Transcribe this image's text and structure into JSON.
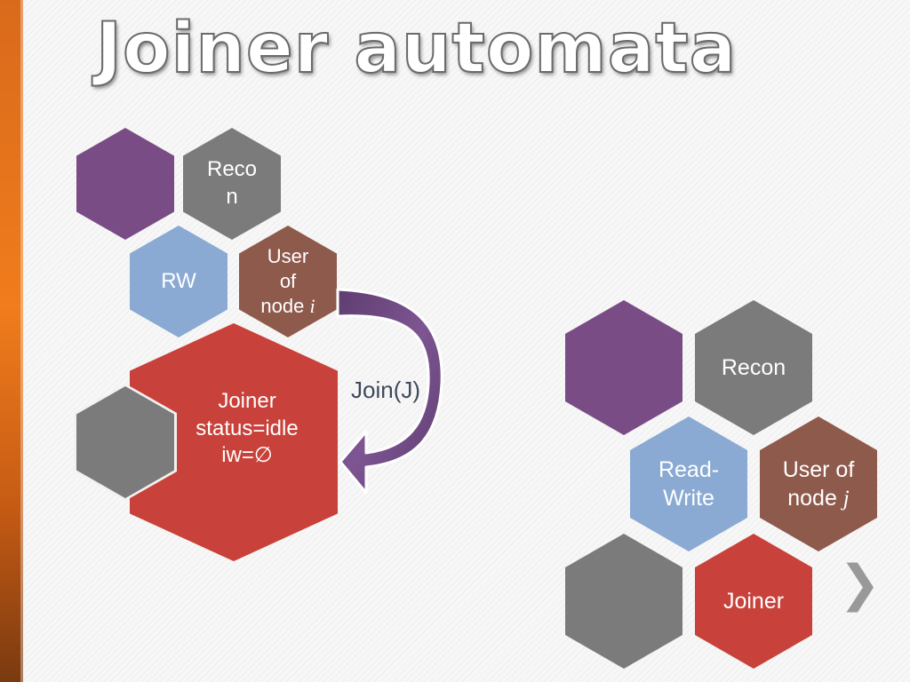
{
  "slide": {
    "title": "Joiner automata"
  },
  "left_cluster": {
    "recon_line1": "Reco",
    "recon_line2": "n",
    "rw": "RW",
    "user_line1": "User",
    "user_line2": "of",
    "user_line3_prefix": "node ",
    "user_var": "i",
    "joiner_line1": "Joiner",
    "joiner_line2": "status=idle",
    "joiner_line3": "iw=∅"
  },
  "transition": {
    "label": "Join(J)"
  },
  "right_cluster": {
    "recon": "Recon",
    "rw_line1": "Read-",
    "rw_line2": "Write",
    "user_line1": "User of",
    "user_line2_prefix": "node ",
    "user_var": "j",
    "joiner": "Joiner"
  },
  "navigation": {
    "next_glyph": "❯"
  },
  "colors": {
    "purple": "#7a4c85",
    "gray": "#7b7b7b",
    "blue": "#8aaad4",
    "brown": "#8e5a4c",
    "red": "#c8413a",
    "arrow": "#6e4a82",
    "accent_bar": "#f07c1c"
  }
}
